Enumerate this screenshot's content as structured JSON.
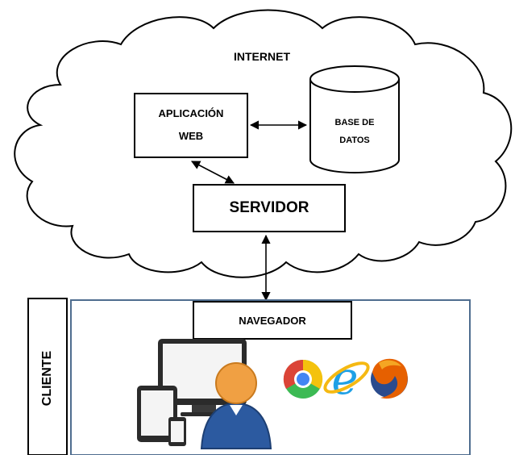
{
  "diagram": {
    "internet_label": "INTERNET",
    "web_app_label_line1": "APLICACIÓN",
    "web_app_label_line2": "WEB",
    "database_label_line1": "BASE DE",
    "database_label_line2": "DATOS",
    "server_label": "SERVIDOR",
    "browser_label": "NAVEGADOR",
    "client_label": "CLIENTE"
  },
  "colors": {
    "client_panel_border": "#4f6d8f",
    "user_head": "#f0a043",
    "user_body": "#2c5aa0",
    "device_frame": "#2b2b2b",
    "device_screen": "#f4f4f4",
    "chrome_red": "#db4437",
    "chrome_yellow": "#f4c20d",
    "chrome_green": "#3cba54",
    "chrome_blue": "#4285f4",
    "ie_blue": "#1ea0e6",
    "ie_ring": "#f5b912",
    "firefox_orange": "#e66000",
    "firefox_globe": "#2a4b8d"
  },
  "icons": [
    "user-icon",
    "monitor-icon",
    "tablet-icon",
    "phone-icon",
    "chrome-icon",
    "internet-explorer-icon",
    "firefox-icon"
  ]
}
